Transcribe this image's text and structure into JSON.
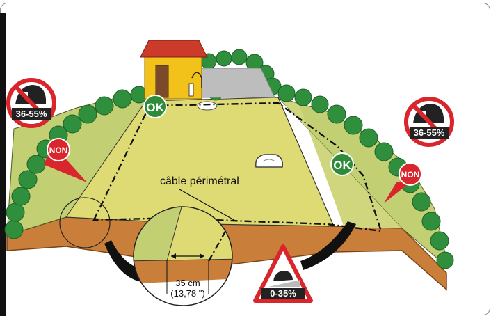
{
  "labels": {
    "ok_top": "OK",
    "ok_right": "OK",
    "non_left": "NON",
    "non_right": "NON",
    "slope_forbidden_left": "36-55%",
    "slope_forbidden_right": "36-55%",
    "slope_allowed": "0-35%",
    "cable": "câble périmétral",
    "distance_cm": "35 cm",
    "distance_in": "(13,78 \")"
  },
  "colors": {
    "lawn_flat": "#dedb74",
    "lawn_slope": "#c2cf73",
    "soil": "#c97f3a",
    "soil_dark": "#9a5520",
    "hedge": "#2f8f3c",
    "ok_green": "#2e8b3a",
    "non_red": "#d9262c",
    "house_wall": "#f2c21b",
    "house_roof": "#cc3b2a"
  },
  "icons": {
    "no_slope_sign": "prohibited-steep-slope-icon",
    "allowed_slope_sign": "allowed-slope-warning-icon",
    "mower": "robot-mower-icon",
    "house": "house-icon",
    "charging_station": "charging-station-icon"
  }
}
